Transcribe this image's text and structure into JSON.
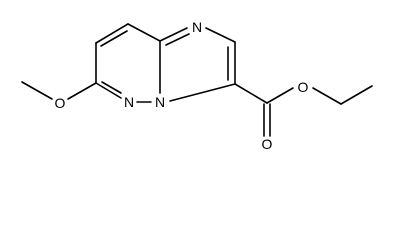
{
  "structure": {
    "atom_labels": {
      "ring_n_top": "N",
      "ring_n_bottom": "N",
      "ring_n_bridge": "N",
      "methoxy_o": "O",
      "ester_o_single": "O",
      "ester_o_double": "O"
    }
  }
}
